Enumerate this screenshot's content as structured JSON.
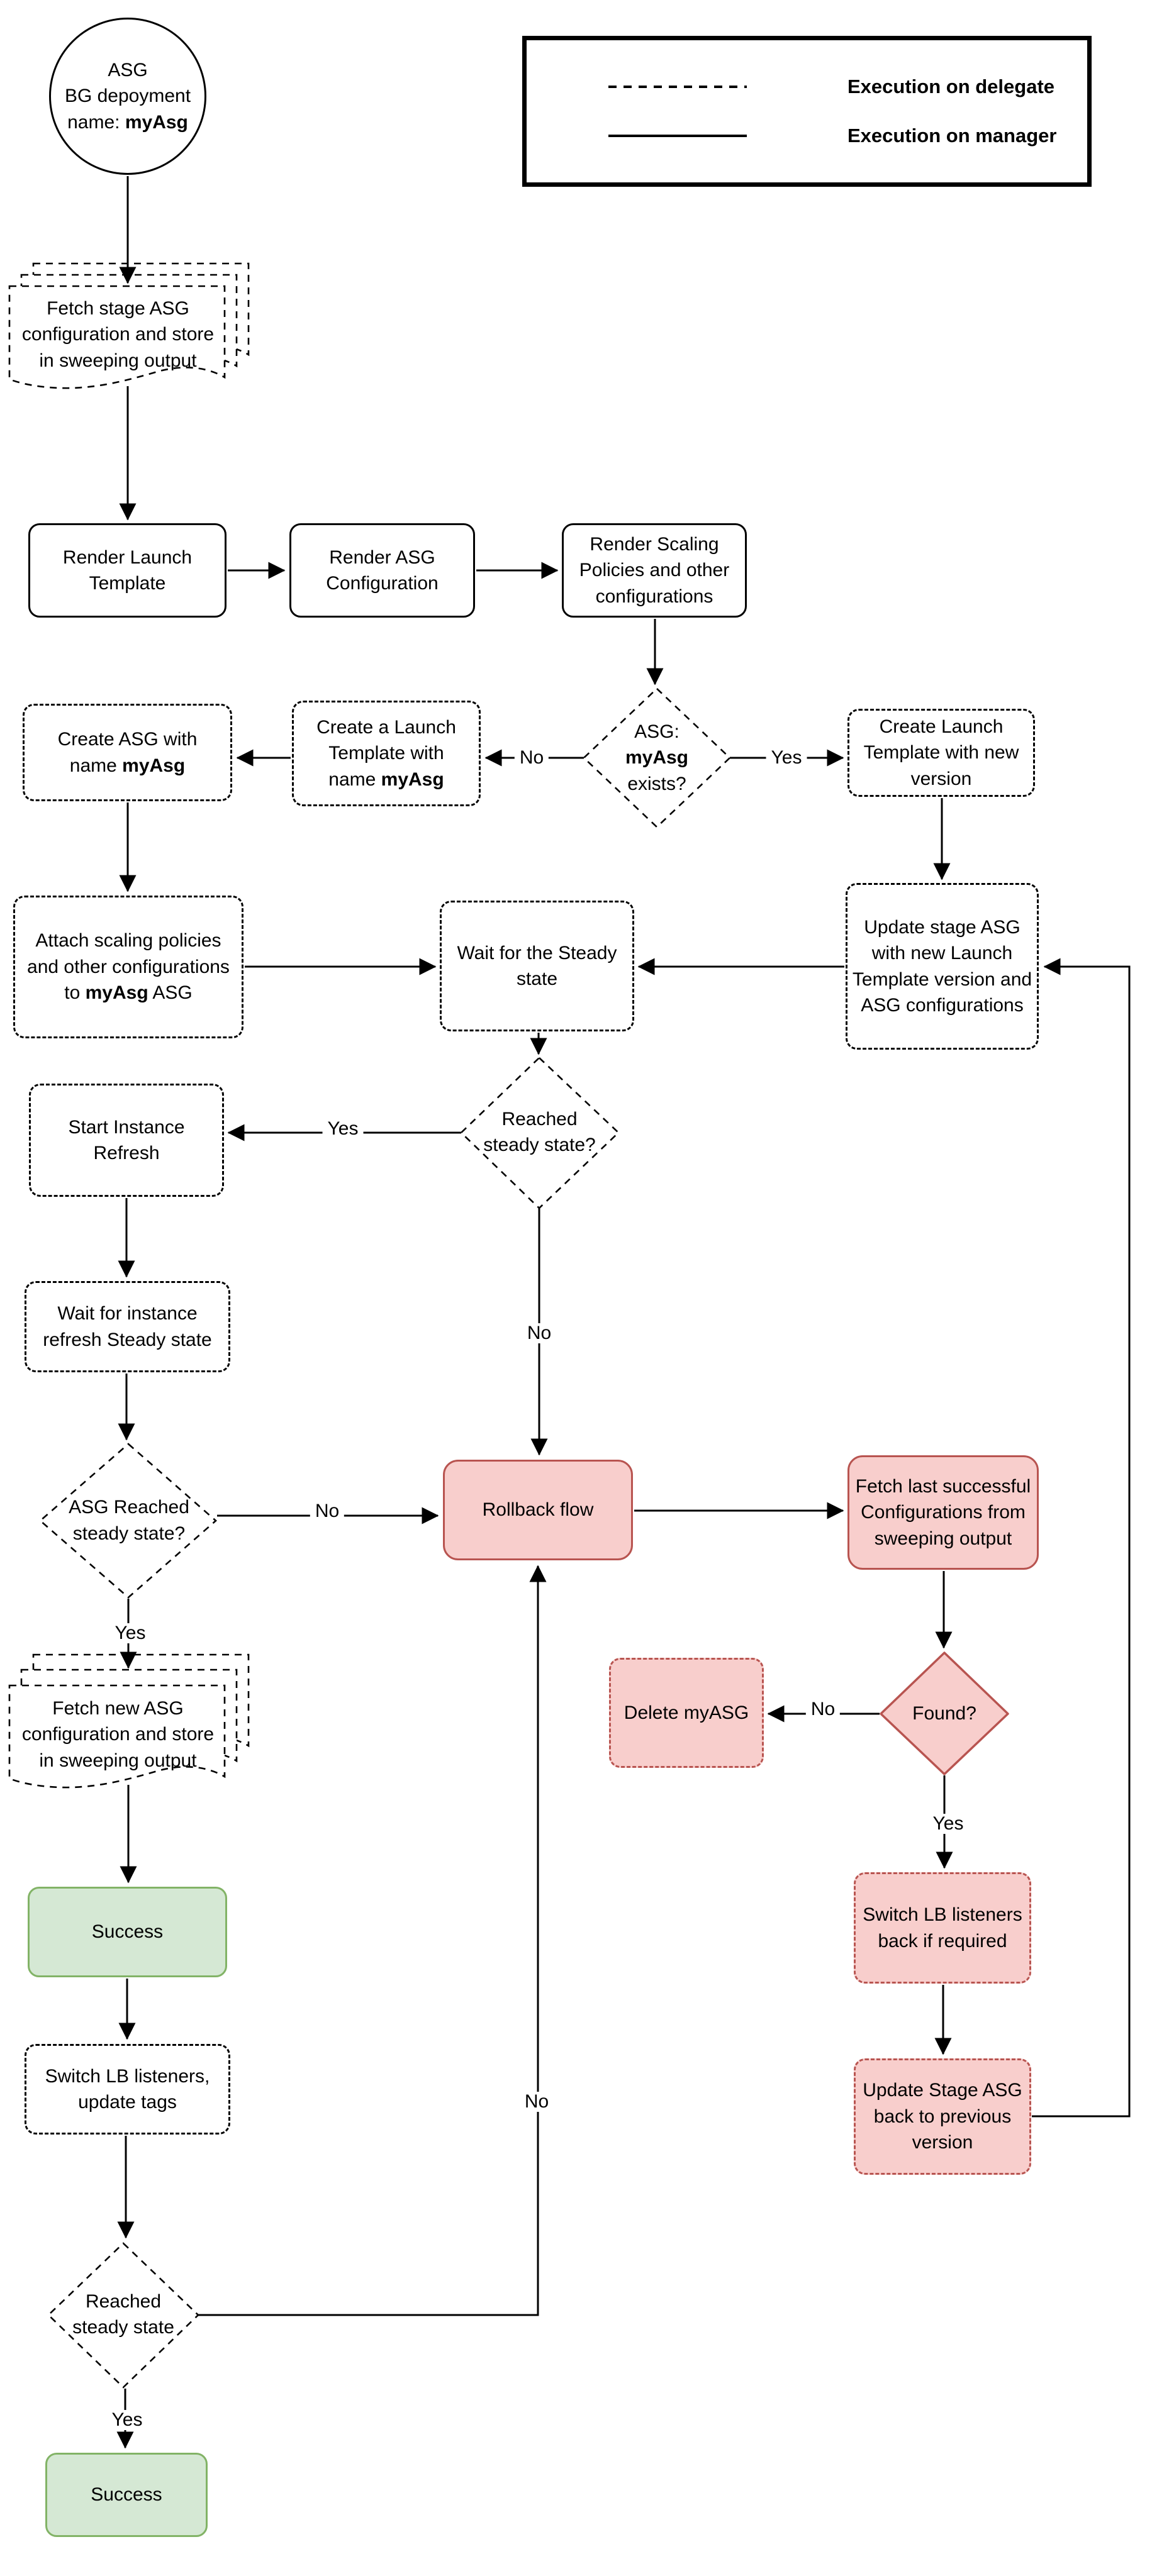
{
  "legend": {
    "items": [
      {
        "style": "dashed",
        "label": "Execution on delegate"
      },
      {
        "style": "solid",
        "label": "Execution on manager"
      }
    ]
  },
  "nodes": {
    "start": {
      "pre": "ASG\nBG depoyment\nname: ",
      "bold": "myAsg"
    },
    "fetch_stage": {
      "label": "Fetch stage ASG\nconfiguration and store\nin sweeping output"
    },
    "render_launch": {
      "label": "Render Launch\nTemplate"
    },
    "render_asg": {
      "label": "Render ASG\nConfiguration"
    },
    "render_scaling": {
      "label": "Render Scaling\nPolicies and other\nconfigurations"
    },
    "asg_exists": {
      "pre": "ASG:\n",
      "bold": "myAsg",
      "post": " exists?"
    },
    "create_launch_new": {
      "label": "Create Launch\nTemplate with new\nversion"
    },
    "create_lt_myasg": {
      "pre": "Create a Launch\nTemplate with\nname ",
      "bold": "myAsg"
    },
    "create_asg": {
      "pre": "Create ASG with\nname ",
      "bold": "myAsg"
    },
    "attach_scaling": {
      "pre": "Attach scaling policies\nand other configurations\nto ",
      "bold": "myAsg",
      "post": " ASG"
    },
    "wait_steady": {
      "label": "Wait for the Steady\nstate"
    },
    "update_stage": {
      "label": "Update stage ASG\nwith new Launch\nTemplate version and\nASG configurations"
    },
    "start_instance": {
      "label": "Start Instance\nRefresh"
    },
    "reached_steady_q": {
      "label": "Reached\nsteady state?"
    },
    "wait_instance": {
      "label": "Wait for instance\nrefresh Steady state"
    },
    "asg_reached_q": {
      "label": "ASG Reached\nsteady state?"
    },
    "rollback": {
      "label": "Rollback flow"
    },
    "fetch_last": {
      "label": "Fetch last successful\nConfigurations from\nsweeping output"
    },
    "delete_myasg": {
      "label": "Delete myASG"
    },
    "found_q": {
      "label": "Found?"
    },
    "fetch_new": {
      "label": "Fetch new ASG\nconfiguration and store\nin sweeping output"
    },
    "success_mid": {
      "label": "Success"
    },
    "switch_lb": {
      "label": "Switch LB listeners,\nupdate tags"
    },
    "switch_lb_back": {
      "label": "Switch LB listeners\nback if required"
    },
    "update_stage_back": {
      "label": "Update Stage ASG\nback to previous\nversion"
    },
    "reached_steady_bottom": {
      "label": "Reached\nsteady state"
    },
    "success_bottom": {
      "label": "Success"
    }
  },
  "edge_labels": {
    "exists_yes": "Yes",
    "exists_no": "No",
    "steady_yes": "Yes",
    "steady_no": "No",
    "asg_reached_no": "No",
    "asg_reached_yes": "Yes",
    "found_no": "No",
    "found_yes": "Yes",
    "bottom_no": "No",
    "bottom_yes": "Yes"
  },
  "colors": {
    "pink_fill": "#f8cecc",
    "red_border": "#b85450",
    "green_fill": "#d5e8d4",
    "green_border": "#82b366",
    "line": "#000000",
    "background": "#ffffff"
  }
}
